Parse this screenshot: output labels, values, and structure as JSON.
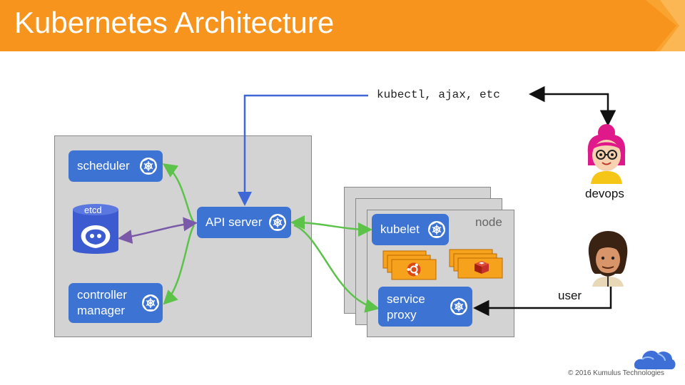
{
  "header": {
    "title": "Kubernetes Architecture",
    "color": "#f7941d"
  },
  "master": {
    "scheduler": "scheduler",
    "etcd": "etcd",
    "api_server": "API server",
    "controller_manager_line1": "controller",
    "controller_manager_line2": "manager"
  },
  "node": {
    "label": "node",
    "kubelet": "kubelet",
    "service_proxy_line1": "service",
    "service_proxy_line2": "proxy"
  },
  "clients": {
    "command": "kubectl, ajax, etc",
    "devops": "devops",
    "user": "user"
  },
  "footer": {
    "copyright": "© 2016 Kumulus Technologies"
  },
  "colors": {
    "k8s_blue": "#3d74d4",
    "panel_gray": "#d3d3d3",
    "arrow_green": "#5cc24a",
    "arrow_blue": "#3f67d6",
    "arrow_purple": "#7a5aa8",
    "container_orange": "#f7a21c"
  },
  "icons": [
    "kubernetes-helm-icon",
    "etcd-icon",
    "ubuntu-icon",
    "redis-icon",
    "devops-avatar",
    "user-avatar",
    "kumulus-logo"
  ]
}
